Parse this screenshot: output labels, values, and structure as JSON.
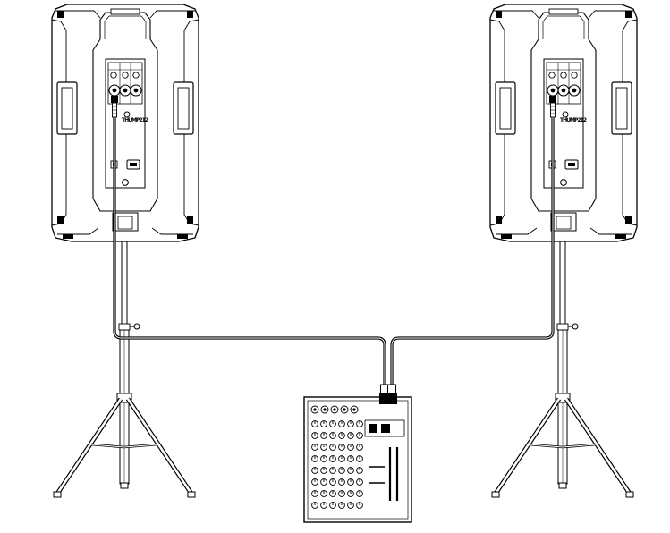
{
  "diagram": {
    "speakers": [
      {
        "id": "left",
        "brand": "THUMP212"
      },
      {
        "id": "right",
        "brand": "THUMP212"
      }
    ],
    "mixer": {
      "id": "mixer"
    },
    "cables": [
      "left-speaker-to-mixer",
      "right-speaker-to-mixer"
    ],
    "colors": {
      "line": "#000000",
      "background": "#ffffff"
    }
  }
}
